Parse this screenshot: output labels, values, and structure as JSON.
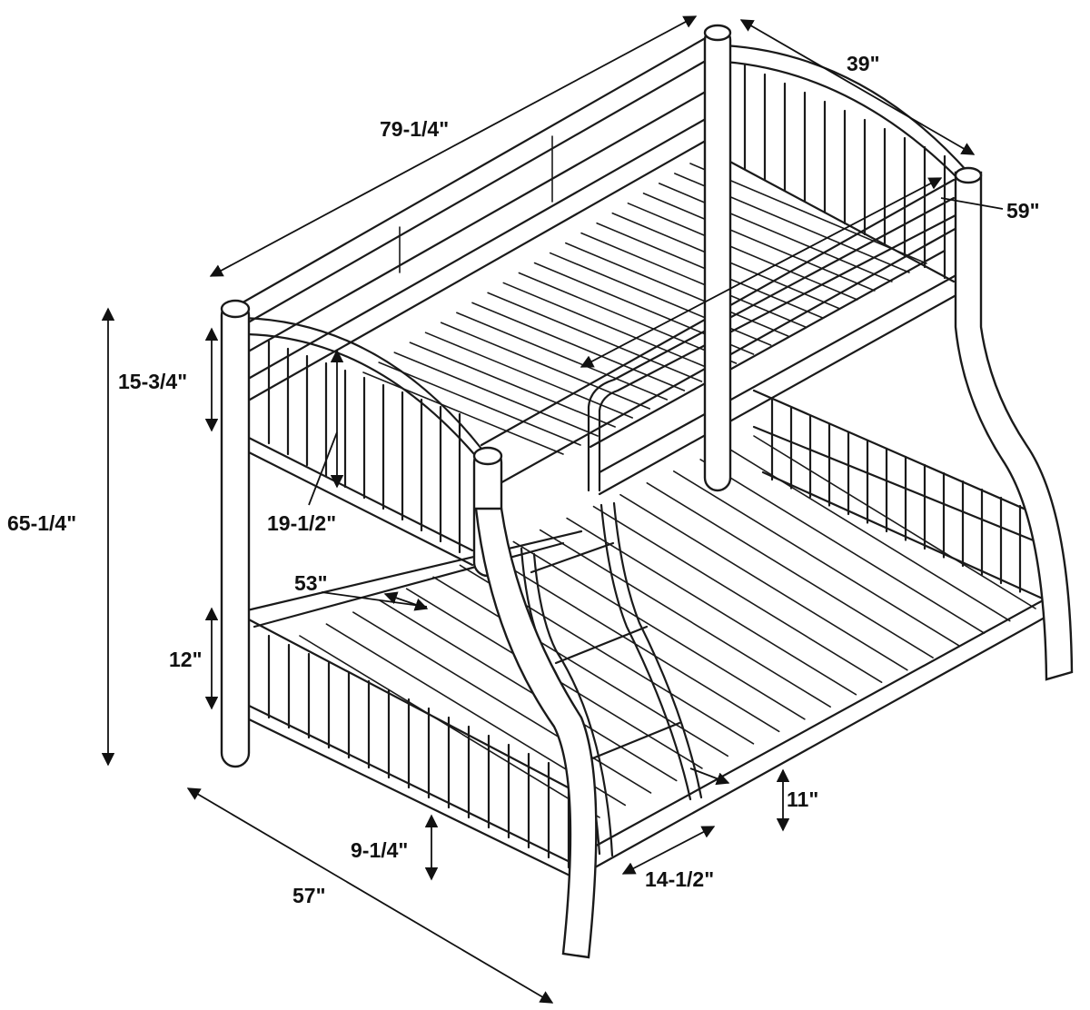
{
  "colors": {
    "line": "#1a1a1a",
    "background": "#ffffff"
  },
  "dimensions": {
    "overall_length": "79-1/4\"",
    "top_width": "39\"",
    "top_bunk_length": "59\"",
    "guard_rail_height": "15-3/4\"",
    "top_footboard_height": "19-1/2\"",
    "overall_height": "65-1/4\"",
    "bottom_bunk_width": "53\"",
    "bottom_footboard_height": "12\"",
    "bottom_clearance": "9-1/4\"",
    "overall_width": "57\"",
    "side_rail_clearance": "11\"",
    "ladder_step_depth": "14-1/2\""
  }
}
